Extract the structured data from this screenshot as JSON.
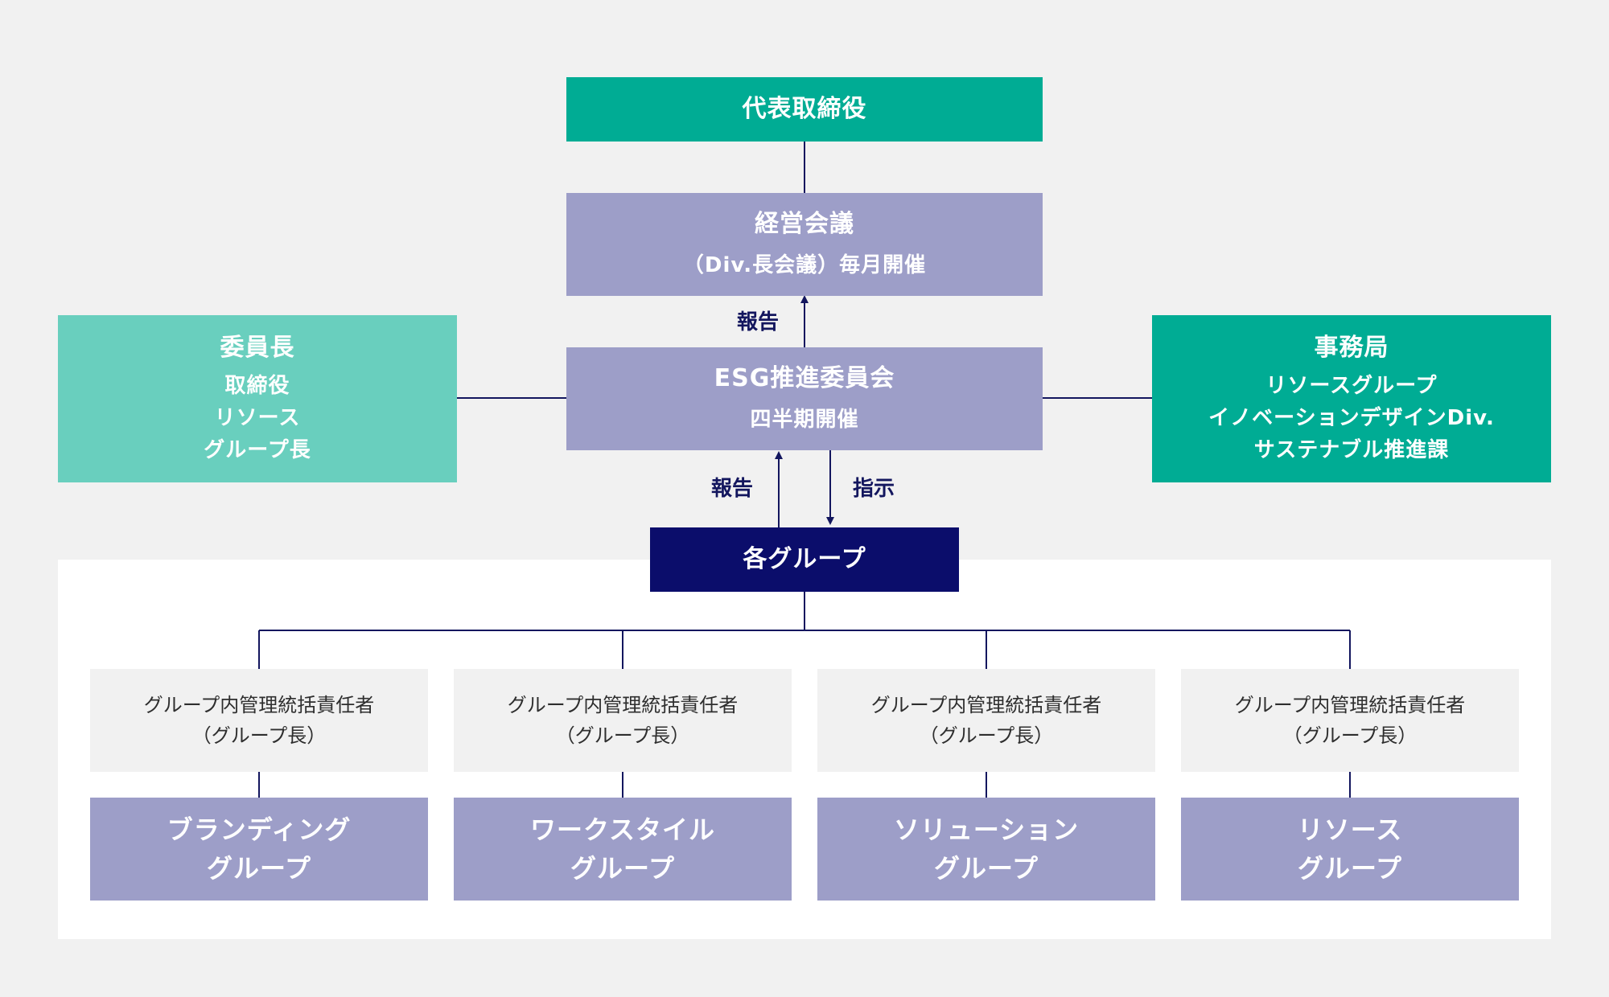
{
  "diagram": {
    "ceo": {
      "label": "代表取締役"
    },
    "management_meeting": {
      "title": "経営会議",
      "subtitle": "（Div.長会議）毎月開催"
    },
    "committee": {
      "title": "ESG推進委員会",
      "subtitle": "四半期開催"
    },
    "chair": {
      "title": "委員長",
      "lines": [
        "取締役",
        "リソース",
        "グループ長"
      ]
    },
    "secretariat": {
      "title": "事務局",
      "lines": [
        "リソースグループ",
        "イノベーションデザインDiv.",
        "サステナブル推進課"
      ]
    },
    "all_groups": {
      "label": "各グループ"
    },
    "arrow_labels": {
      "report_upper": "報告",
      "report_lower": "報告",
      "instruct": "指示"
    },
    "groups": [
      {
        "manager_line1": "グループ内管理統括責任者",
        "manager_line2": "（グループ長）",
        "name_line1": "ブランディング",
        "name_line2": "グループ"
      },
      {
        "manager_line1": "グループ内管理統括責任者",
        "manager_line2": "（グループ長）",
        "name_line1": "ワークスタイル",
        "name_line2": "グループ"
      },
      {
        "manager_line1": "グループ内管理統括責任者",
        "manager_line2": "（グループ長）",
        "name_line1": "ソリューション",
        "name_line2": "グループ"
      },
      {
        "manager_line1": "グループ内管理統括責任者",
        "manager_line2": "（グループ長）",
        "name_line1": "リソース",
        "name_line2": "グループ"
      }
    ],
    "colors": {
      "background": "#f1f1f1",
      "green": "#00ac94",
      "light_green": "#69cfbe",
      "purple": "#9d9ec8",
      "navy": "#0b0d6b",
      "line": "#13165e"
    }
  }
}
